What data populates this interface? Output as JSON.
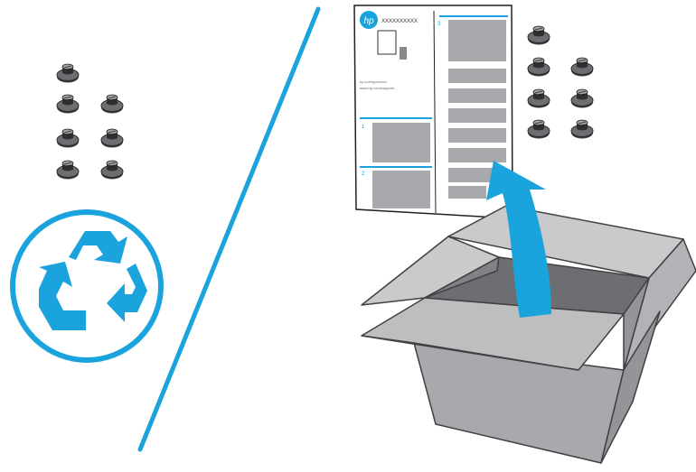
{
  "guide": {
    "logo_text": "hp",
    "doc_code": "XXXXXXXXXX",
    "side_text_1": "hp.com/go/xxxxx",
    "side_text_2": "www.hp.com/support/...",
    "step_numbers": [
      "1",
      "2",
      "3"
    ]
  },
  "icons": {
    "screws_left": "screw-icon",
    "screws_right": "screw-icon",
    "recycle": "recycle-icon",
    "arrow": "lift-arrow-icon",
    "box": "open-box-icon"
  },
  "colors": {
    "accent": "#1aa3dc",
    "box_light": "#c9cacc",
    "box_mid": "#a7a9ac",
    "box_dark": "#808285",
    "box_stroke": "#414042"
  }
}
